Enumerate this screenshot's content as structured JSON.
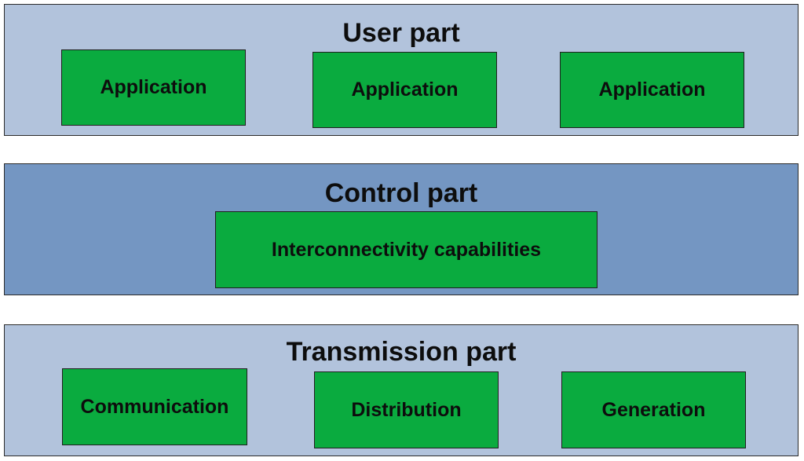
{
  "colors": {
    "light_layer": "#b2c3dc",
    "dark_layer": "#7496c2",
    "box_fill": "#0aab3f",
    "text": "#0d0d0d"
  },
  "user_part": {
    "title": "User part",
    "boxes": [
      "Application",
      "Application",
      "Application"
    ]
  },
  "control_part": {
    "title": "Control part",
    "boxes": [
      "Interconnectivity capabilities"
    ]
  },
  "transmission_part": {
    "title": "Transmission part",
    "boxes": [
      "Communication",
      "Distribution",
      "Generation"
    ]
  }
}
